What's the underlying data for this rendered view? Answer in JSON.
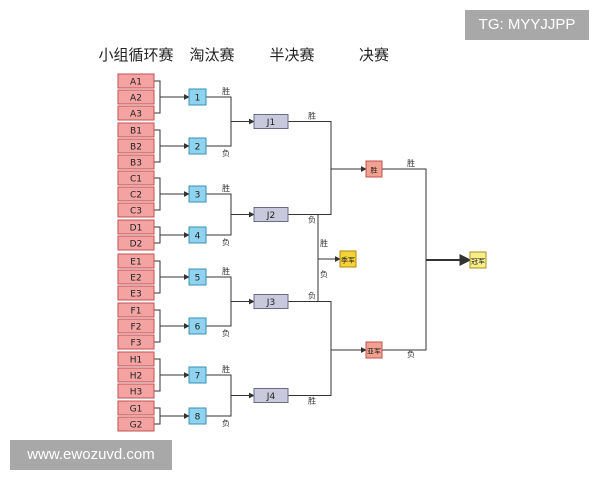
{
  "headers": {
    "group_stage": "小组循环赛",
    "knockout": "淘汰赛",
    "semifinal": "半决赛",
    "final": "决赛"
  },
  "groups": [
    {
      "teams": [
        "A1",
        "A2",
        "A3"
      ]
    },
    {
      "teams": [
        "B1",
        "B2",
        "B3"
      ]
    },
    {
      "teams": [
        "C1",
        "C2",
        "C3"
      ]
    },
    {
      "teams": [
        "D1",
        "D2"
      ]
    },
    {
      "teams": [
        "E1",
        "E2",
        "E3"
      ]
    },
    {
      "teams": [
        "F1",
        "F2",
        "F3"
      ]
    },
    {
      "teams": [
        "H1",
        "H2",
        "H3"
      ]
    },
    {
      "teams": [
        "G1",
        "G2"
      ]
    }
  ],
  "knockout_matches": [
    "1",
    "2",
    "3",
    "4",
    "5",
    "6",
    "7",
    "8"
  ],
  "semifinal_matches": [
    "J1",
    "J2",
    "J3",
    "J4"
  ],
  "final_boxes": {
    "winner": "胜",
    "runner_up": "亚军",
    "third": "季军",
    "champion": "冠军"
  },
  "edge_labels": {
    "win": "胜",
    "lose": "负"
  },
  "watermarks": {
    "top": "TG: MYYJJPP",
    "bottom": "www.ewozuvd.com"
  },
  "colors": {
    "team_fill": "#f4a3a3",
    "team_stroke": "#c05050",
    "match_fill": "#8fd3ee",
    "match_stroke": "#3a8fb5",
    "semi_fill": "#c9c9de",
    "semi_stroke": "#6a6a88",
    "final_fill": "#f2a090",
    "third_fill": "#f5d23a",
    "champion_fill": "#f7ee88"
  }
}
